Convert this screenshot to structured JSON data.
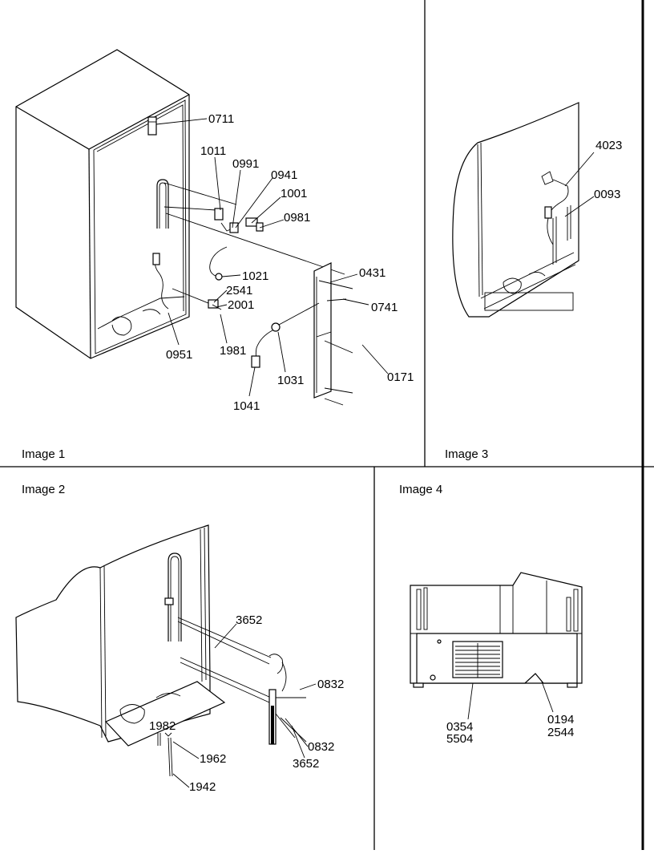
{
  "panels": {
    "image1": {
      "caption": "Image 1",
      "callouts": [
        "0711",
        "1011",
        "0991",
        "0941",
        "1001",
        "0981",
        "1021",
        "2541",
        "2001",
        "0431",
        "0741",
        "0951",
        "1981",
        "1031",
        "0171",
        "1041"
      ]
    },
    "image2": {
      "caption": "Image 2",
      "callouts": [
        "3652",
        "0832",
        "1982",
        "1962",
        "0832",
        "3652",
        "1942"
      ]
    },
    "image3": {
      "caption": "Image 3",
      "callouts": [
        "4023",
        "0093"
      ]
    },
    "image4": {
      "caption": "Image 4",
      "callouts": [
        "0354",
        "5504",
        "0194",
        "2544"
      ]
    }
  }
}
